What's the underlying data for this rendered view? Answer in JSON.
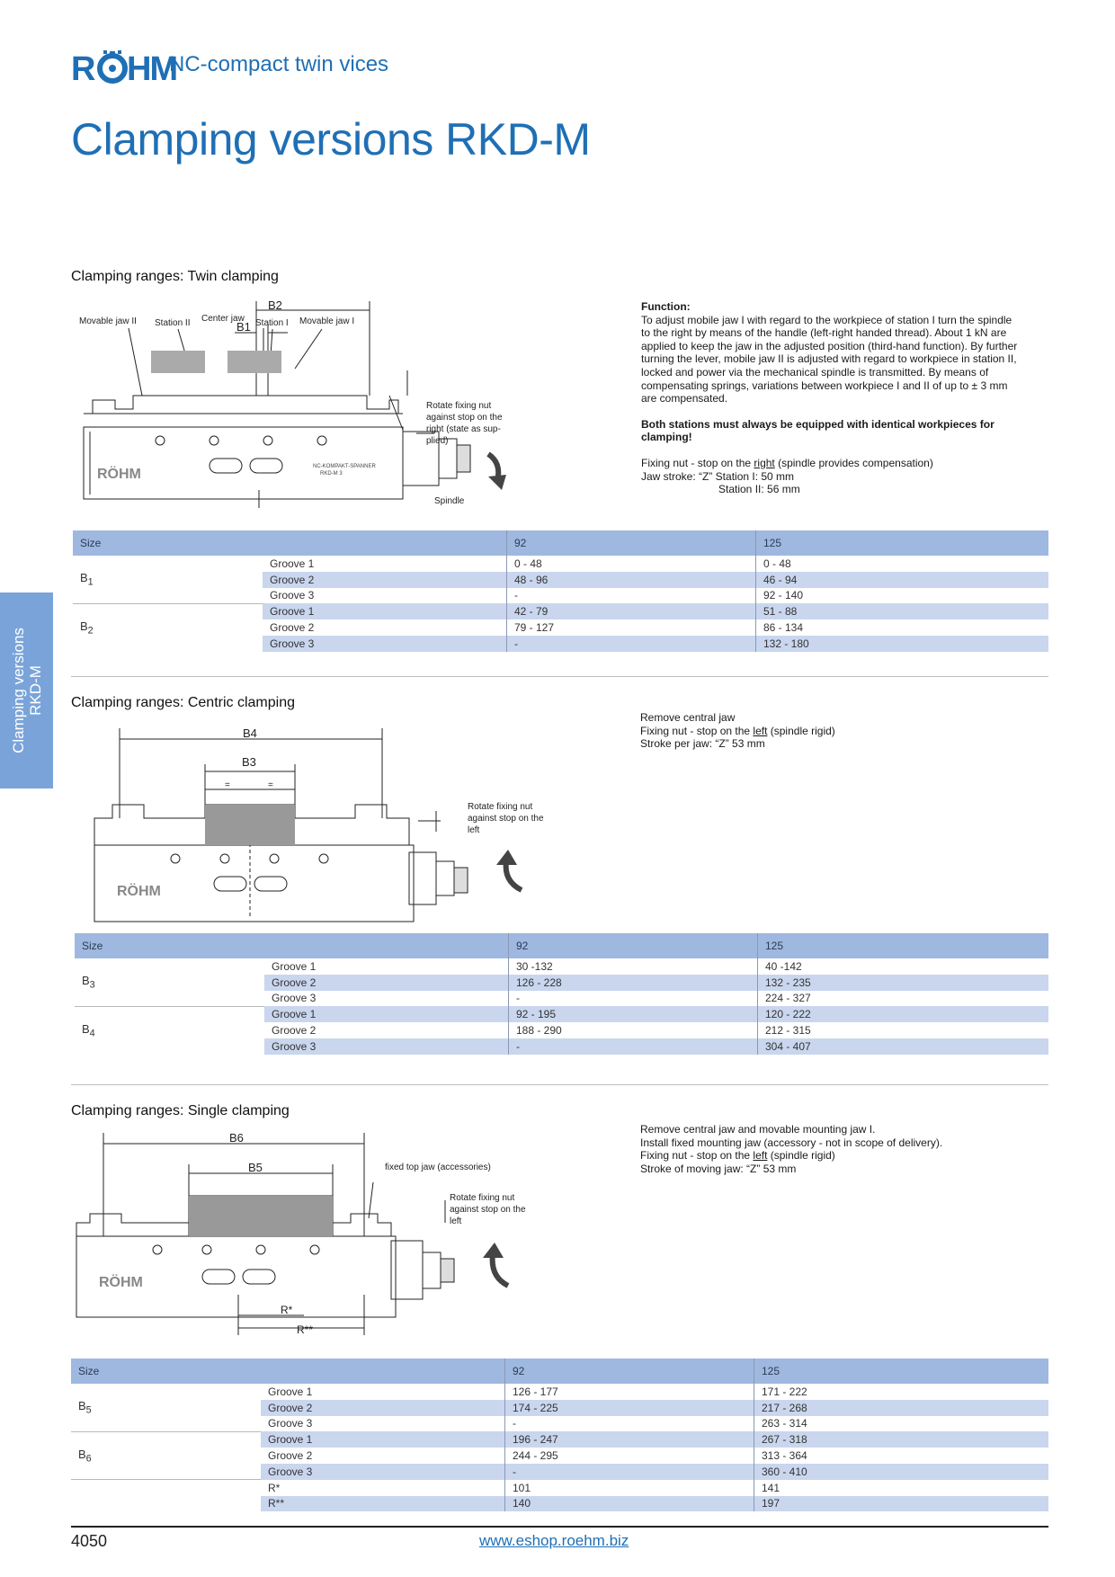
{
  "header": {
    "brand": "NC-compact twin vices",
    "title": "Clamping versions RKD-M",
    "logo_text": "RÖHM"
  },
  "side_tab": {
    "line1": "Clamping versions",
    "line2": "RKD-M"
  },
  "twin": {
    "heading": "Clamping ranges: Twin clamping",
    "diagram": {
      "b2": "B2",
      "b1": "B1",
      "movable_jaw_ii": "Movable jaw II",
      "station_ii": "Station II",
      "center_jaw": "Center jaw",
      "station_i": "Station I",
      "movable_jaw_i": "Movable jaw I",
      "rotate1": "Rotate fixing nut",
      "rotate2": "against stop on the",
      "rotate3": "right (state as sup-",
      "rotate4": "plied)",
      "spindle": "Spindle",
      "plate1": "NC-KOMPAKT-SPANNER",
      "plate2": "RKD-M 3"
    },
    "function_title": "Function:",
    "function_text": "To adjust mobile jaw I with regard to the workpiece of station I turn the spindle to the right by means of the handle (left-right handed thread). About 1 kN are applied to keep the jaw in the adjusted position (third-hand function). By further turning the lever, mobile jaw II is adjusted with regard to workpiece in station II, locked and power via the mechanical spindle is transmitted. By means of compensating springs, variations between workpiece I and II of up to ± 3 mm are compensated.",
    "bold_note": "Both stations must always be equipped with identical workpieces for clamping!",
    "nut_pre": "Fixing nut - stop on the ",
    "nut_dir": "right",
    "nut_post": " (spindle provides compensation)",
    "stroke1": "Jaw stroke: “Z” Station I: 50 mm",
    "stroke2": "Station II: 56 mm",
    "table": {
      "size": "Size",
      "col1": "92",
      "col2": "125",
      "groups": [
        {
          "label": "B1",
          "rows": [
            {
              "groove": "Groove 1",
              "v1": "0 - 48",
              "v2": "0 - 48"
            },
            {
              "groove": "Groove 2",
              "v1": "48 - 96",
              "v2": "46 - 94"
            },
            {
              "groove": "Groove 3",
              "v1": "-",
              "v2": "92 - 140"
            }
          ]
        },
        {
          "label": "B2",
          "rows": [
            {
              "groove": "Groove 1",
              "v1": "42 - 79",
              "v2": "51 - 88"
            },
            {
              "groove": "Groove 2",
              "v1": "79 - 127",
              "v2": "86 - 134"
            },
            {
              "groove": "Groove 3",
              "v1": "-",
              "v2": "132 - 180"
            }
          ]
        }
      ]
    }
  },
  "centric": {
    "heading": "Clamping ranges: Centric clamping",
    "diagram": {
      "b4": "B4",
      "b3": "B3",
      "eq1": "=",
      "eq2": "=",
      "rotate1": "Rotate fixing nut",
      "rotate2": "against stop on the",
      "rotate3": "left"
    },
    "line1": "Remove central jaw",
    "nut_pre": "Fixing nut - stop on the ",
    "nut_dir": "left",
    "nut_post": " (spindle rigid)",
    "line3": "Stroke per jaw: “Z” 53 mm",
    "table": {
      "size": "Size",
      "col1": "92",
      "col2": "125",
      "groups": [
        {
          "label": "B3",
          "rows": [
            {
              "groove": "Groove 1",
              "v1": "30 -132",
              "v2": "40 -142"
            },
            {
              "groove": "Groove 2",
              "v1": "126 - 228",
              "v2": "132 - 235"
            },
            {
              "groove": "Groove 3",
              "v1": "-",
              "v2": "224 - 327"
            }
          ]
        },
        {
          "label": "B4",
          "rows": [
            {
              "groove": "Groove 1",
              "v1": "92 - 195",
              "v2": "120 - 222"
            },
            {
              "groove": "Groove 2",
              "v1": "188 - 290",
              "v2": "212 - 315"
            },
            {
              "groove": "Groove 3",
              "v1": "-",
              "v2": "304 - 407"
            }
          ]
        }
      ]
    }
  },
  "single": {
    "heading": "Clamping ranges: Single clamping",
    "diagram": {
      "b6": "B6",
      "b5": "B5",
      "fixed": "fixed top jaw (accessories)",
      "rotate1": "Rotate fixing nut",
      "rotate2": "against stop on the",
      "rotate3": "left",
      "r1": "R*",
      "r2": "R**"
    },
    "line1": "Remove central jaw and movable mounting jaw I.",
    "line2": "Install fixed mounting jaw (accessory - not in scope of delivery).",
    "nut_pre": "Fixing nut - stop on the ",
    "nut_dir": "left",
    "nut_post": " (spindle rigid)",
    "line4": "Stroke of moving jaw: “Z” 53 mm",
    "table": {
      "size": "Size",
      "col1": "92",
      "col2": "125",
      "groups": [
        {
          "label": "B5",
          "rows": [
            {
              "groove": "Groove 1",
              "v1": "126 - 177",
              "v2": "171 - 222"
            },
            {
              "groove": "Groove 2",
              "v1": "174 - 225",
              "v2": "217 - 268"
            },
            {
              "groove": "Groove 3",
              "v1": "-",
              "v2": "263 - 314"
            }
          ]
        },
        {
          "label": "B6",
          "rows": [
            {
              "groove": "Groove 1",
              "v1": "196 - 247",
              "v2": "267 - 318"
            },
            {
              "groove": "Groove 2",
              "v1": "244 - 295",
              "v2": "313 - 364"
            },
            {
              "groove": "Groove 3",
              "v1": "-",
              "v2": "360 - 410"
            }
          ]
        },
        {
          "label": "",
          "rows": [
            {
              "groove": "R*",
              "v1": "101",
              "v2": "141"
            },
            {
              "groove": "R**",
              "v1": "140",
              "v2": "197"
            }
          ]
        }
      ]
    }
  },
  "footer": {
    "page": "4050",
    "url": "www.eshop.roehm.biz"
  },
  "colors": {
    "brand_blue": "#1f6fb5",
    "table_head": "#9fb8df",
    "row_alt": "#c9d6ee",
    "side_tab": "#7aa4d9"
  }
}
